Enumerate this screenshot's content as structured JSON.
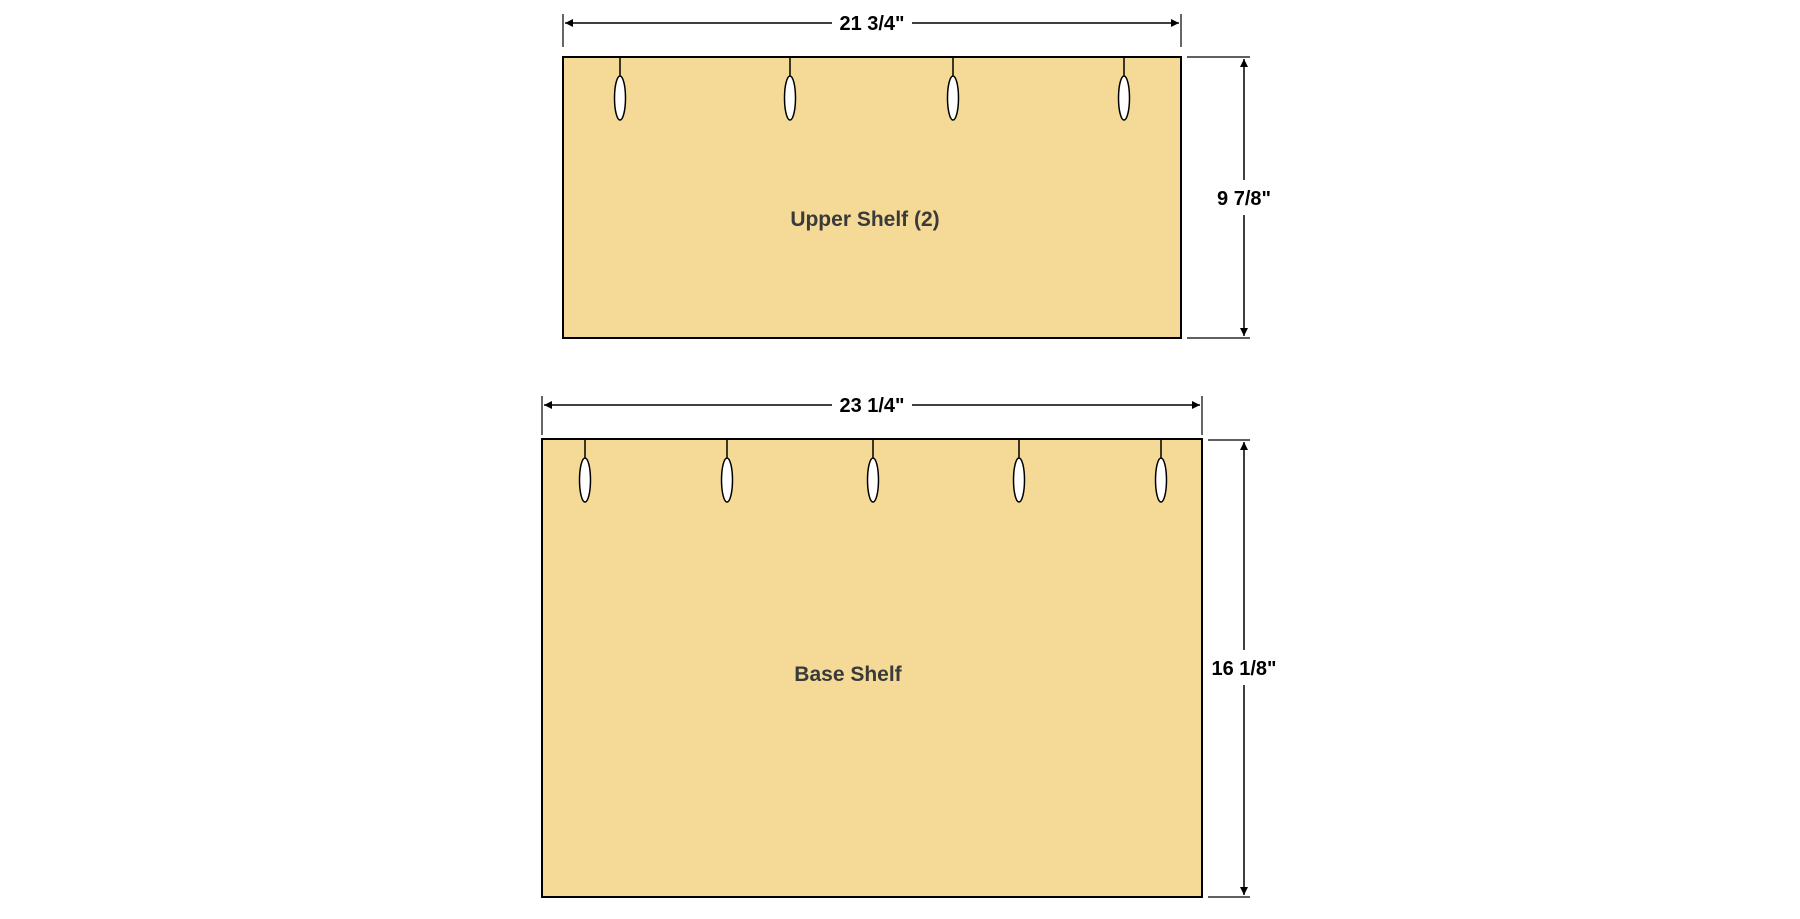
{
  "colors": {
    "panel_fill": "#F4DA96",
    "panel_stroke": "#000000",
    "pocket_fill": "#ffffff",
    "dimension_line": "#000000"
  },
  "panels": [
    {
      "id": "upper",
      "label": "Upper Shelf (2)",
      "width_label": "21 3/4\"",
      "height_label": "9 7/8\"",
      "pocket_hole_count": 4
    },
    {
      "id": "base",
      "label": "Base Shelf",
      "width_label": "23 1/4\"",
      "height_label": "16 1/8\"",
      "pocket_hole_count": 5
    }
  ]
}
